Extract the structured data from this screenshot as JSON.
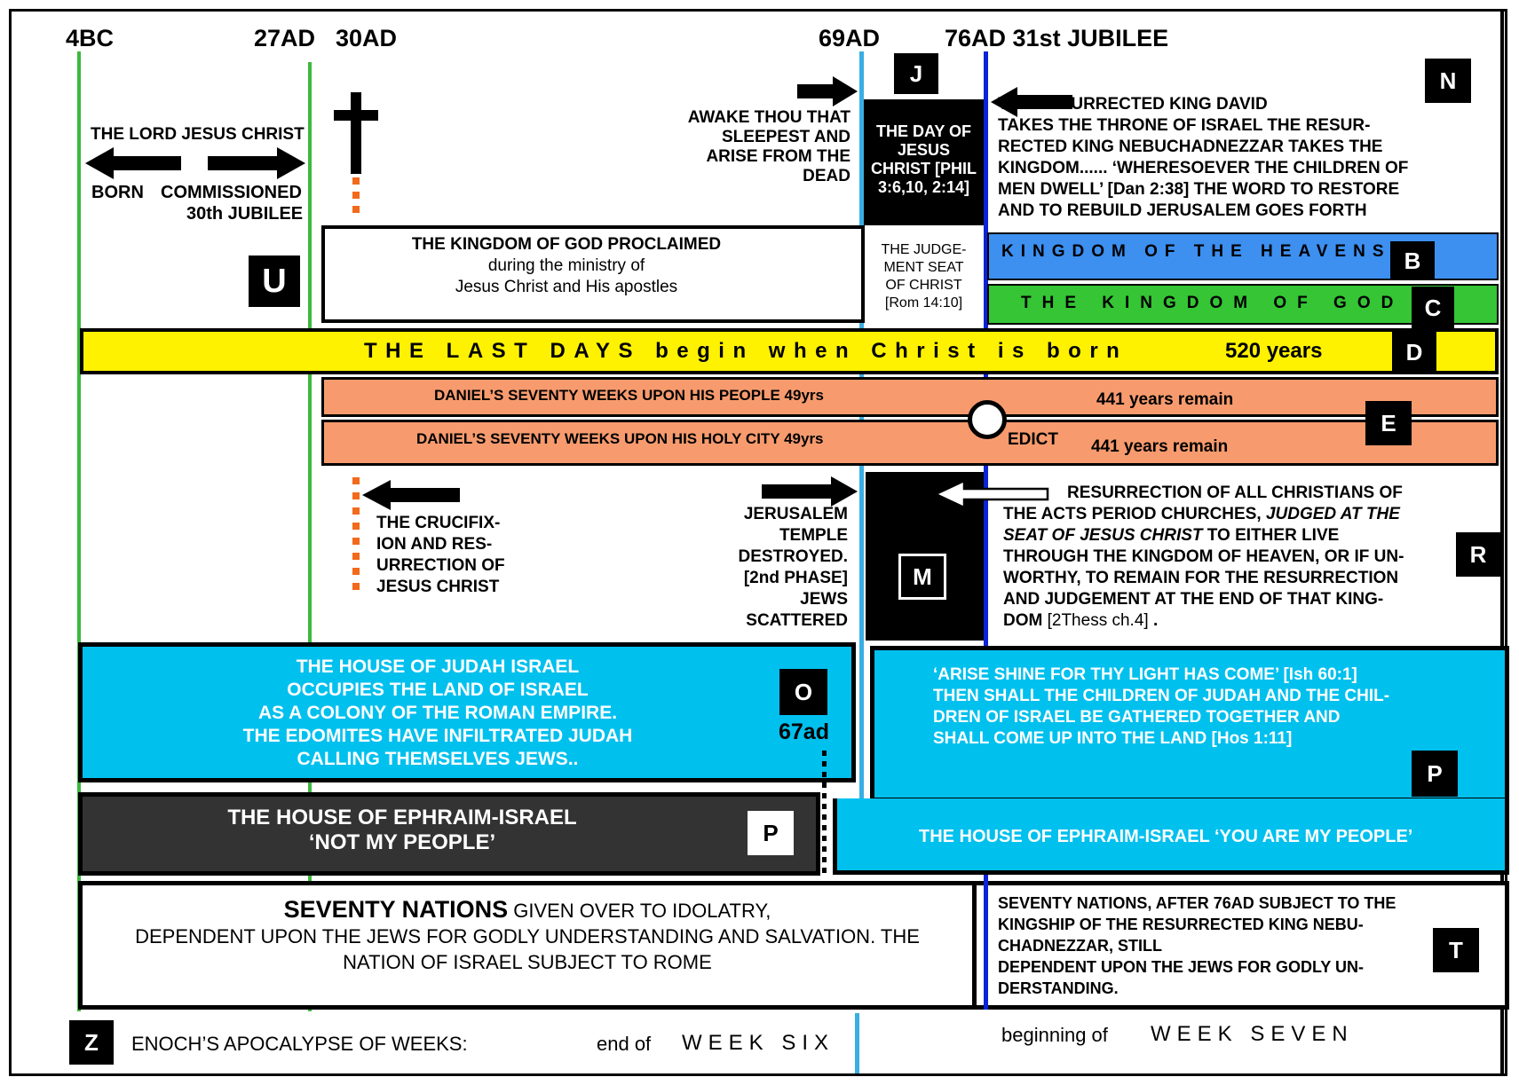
{
  "colors": {
    "green": "#3cb93c",
    "light_blue": "#39aee3",
    "dark_blue": "#0b22d6",
    "yellow": "#fff200",
    "orange": "#f79b6e",
    "kingdom_heavens": "#3d8ff0",
    "kingdom_god": "#35c535",
    "cyan": "#00c0ee",
    "dark_grey": "#333333",
    "cross_orange": "#f26a1b"
  },
  "header": {
    "date_4bc": "4BC",
    "date_27ad": "27AD",
    "date_30ad": "30AD",
    "date_69ad": "69AD",
    "date_76ad": "76AD 31st JUBILEE"
  },
  "birth": {
    "lord": "THE LORD JESUS CHRIST",
    "born": "BORN",
    "commissioned": "COMMISSIONED",
    "jubilee": "30th JUBILEE"
  },
  "awake": "AWAKE THOU THAT\nSLEEPEST AND\nARISE FROM THE\nDEAD",
  "day_of_christ": "THE DAY OF\nJESUS\nCHRIST [PHIL\n3:6,10, 2:14]",
  "judgement_seat": "THE JUDGE-\nMENT SEAT\nOF CHRIST\n[Rom 14:10]",
  "king_david": "THE RESURRECTED KING DAVID\nTAKES THE THRONE OF ISRAEL   THE RESUR-\nRECTED KING  NEBUCHADNEZZAR TAKES THE\nKINGDOM...... ‘WHERESOEVER THE CHILDREN OF\nMEN DWELL’  [Dan 2:38]  THE WORD TO RESTORE\nAND TO REBUILD JERUSALEM GOES FORTH",
  "kingdom_proclaimed": {
    "line1": "THE KINGDOM OF GOD PROCLAIMED",
    "line2": "during the ministry of",
    "line3": "Jesus Christ and His apostles"
  },
  "kingdom_heavens": "KINGDOM OF THE HEAVENS",
  "kingdom_god": "THE KINGDOM OF GOD",
  "last_days": {
    "text": "THE LAST DAYS begin when Christ is born",
    "years": "520 years"
  },
  "seventy_weeks": {
    "people": "DANIEL’S SEVENTY WEEKS UPON HIS PEOPLE  49yrs",
    "people_remain": "441 years remain",
    "city": "DANIEL’S SEVENTY WEEKS UPON HIS HOLY CITY  49yrs",
    "edict": "EDICT",
    "city_remain": "441 years remain"
  },
  "crucifixion": "THE CRUCIFIX-\nION AND RES-\nURRECTION OF\nJESUS CHRIST",
  "temple": "JERUSALEM\nTEMPLE\nDESTROYED.\n[2nd PHASE]\nJEWS\nSCATTERED",
  "resurrection": {
    "line1": "RESURRECTION OF ALL CHRISTIANS OF",
    "line2a": "THE ACTS PERIOD CHURCHES, ",
    "line2b": "JUDGED  AT THE",
    "line3a": "SEAT OF JESUS CHRIST",
    "line3b": " TO EITHER LIVE",
    "rest": "THROUGH THE KINGDOM OF HEAVEN, OR IF UN-\nWORTHY, TO REMAIN FOR THE RESURRECTION\nAND JUDGEMENT AT THE END OF THAT KING-",
    "last_a": "DOM ",
    "last_b": "[2Thess ch.4]",
    "last_c": " ."
  },
  "judah": "THE HOUSE OF JUDAH  ISRAEL\nOCCUPIES THE LAND OF ISRAEL\nAS A COLONY OF THE ROMAN EMPIRE.\nTHE EDOMITES HAVE INFILTRATED JUDAH\nCALLING THEMSELVES JEWS..",
  "year_67": "67ad",
  "arise": "‘ARISE SHINE FOR THY LIGHT HAS COME’ [Ish 60:1]\nTHEN SHALL THE CHILDREN OF JUDAH AND THE CHIL-\nDREN OF ISRAEL BE GATHERED TOGETHER AND\nSHALL COME UP INTO THE LAND [Hos 1:11]",
  "ephraim_not": "THE HOUSE OF EPHRAIM-ISRAEL\n‘NOT MY PEOPLE’",
  "ephraim_yes": "THE HOUSE OF EPHRAIM-ISRAEL  ‘YOU ARE MY PEOPLE’",
  "seventy_nations": {
    "title": "SEVENTY NATIONS",
    "rest1": " GIVEN OVER TO IDOLATRY,",
    "rest2": "DEPENDENT UPON THE JEWS FOR GODLY UNDERSTANDING AND SALVATION. THE\nNATION OF ISRAEL SUBJECT TO ROME"
  },
  "seventy_nations_after": "SEVENTY NATIONS, AFTER 76AD SUBJECT TO THE\nKINGSHIP OF THE RESURRECTED KING NEBU-\nCHADNEZZAR,  STILL\nDEPENDENT UPON THE JEWS FOR GODLY UN-\nDERSTANDING.",
  "enoch": {
    "title": "ENOCH’S  APOCALYPSE OF WEEKS:",
    "end": "end of",
    "week_six": "WEEK SIX",
    "beginning": "beginning of",
    "week_seven": "WEEK SEVEN"
  },
  "badges": {
    "J": "J",
    "N": "N",
    "U": "U",
    "B": "B",
    "C": "C",
    "D": "D",
    "E": "E",
    "M": "M",
    "R": "R",
    "O": "O",
    "P1": "P",
    "P2": "P",
    "T": "T",
    "Z": "Z"
  }
}
